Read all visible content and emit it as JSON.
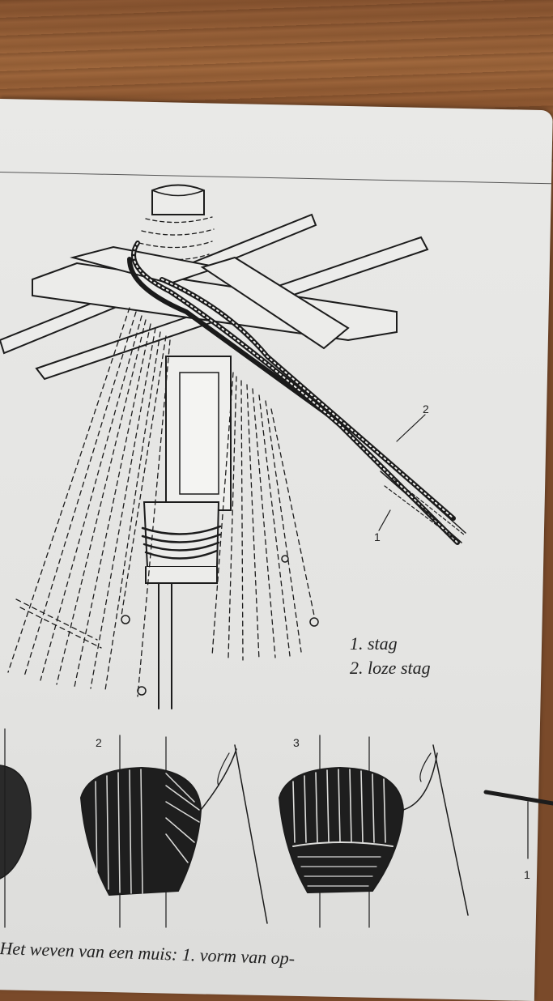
{
  "legend": {
    "item1": "1. stag",
    "item2": "2. loze stag"
  },
  "figure_labels": {
    "callout_2": "2",
    "callout_1": "1",
    "step_2": "2",
    "step_3": "3",
    "right_callout_1": "1"
  },
  "caption": "Het weven van een muis: 1. vorm van op-"
}
